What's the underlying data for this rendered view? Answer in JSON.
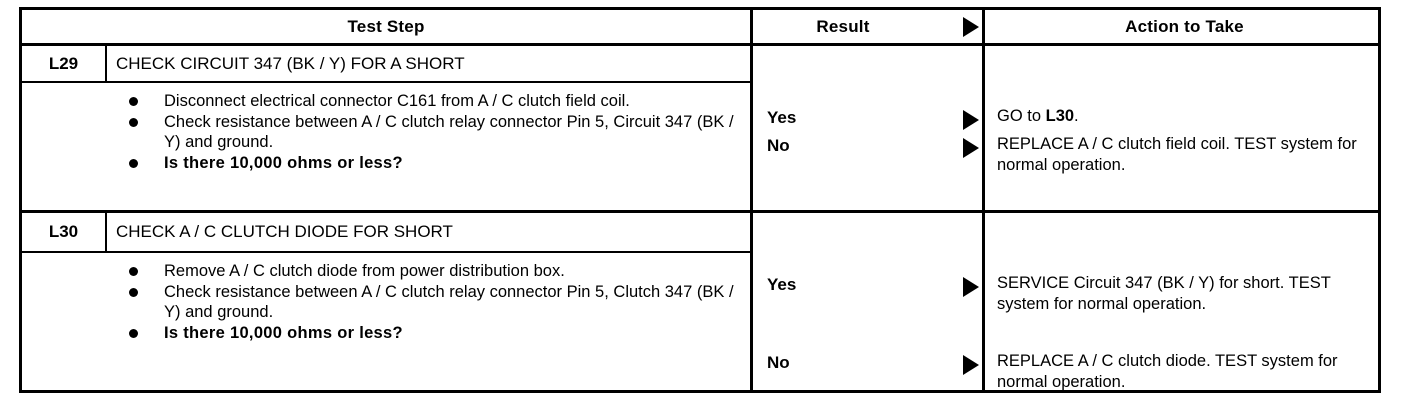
{
  "table": {
    "headers": {
      "test_step": "Test Step",
      "result": "Result",
      "action": "Action to Take",
      "result_arrow_icon": "triangle-right-icon"
    },
    "steps": [
      {
        "id": "L29",
        "title": "CHECK CIRCUIT 347 (BK / Y) FOR A SHORT",
        "bullets": [
          {
            "text": "Disconnect electrical connector C161 from A / C clutch field coil.",
            "bold": false
          },
          {
            "text": "Check resistance between A / C clutch relay connector Pin 5, Circuit 347 (BK / Y) and ground.",
            "bold": false
          },
          {
            "text": "Is there 10,000 ohms or less?",
            "bold": true
          }
        ],
        "outcomes": [
          {
            "result": "Yes",
            "arrow_icon": "triangle-right-icon",
            "action_prefix": "GO to ",
            "action_bold": "L30",
            "action_suffix": "."
          },
          {
            "result": "No",
            "arrow_icon": "triangle-right-icon",
            "action_prefix": "REPLACE A / C clutch field coil. TEST system for normal operation.",
            "action_bold": "",
            "action_suffix": ""
          }
        ]
      },
      {
        "id": "L30",
        "title": "CHECK A / C CLUTCH DIODE FOR SHORT",
        "bullets": [
          {
            "text": "Remove A / C clutch diode from power distribution box.",
            "bold": false
          },
          {
            "text": "Check resistance between A / C clutch relay connector Pin 5, Clutch 347 (BK / Y) and ground.",
            "bold": false
          },
          {
            "text": "Is there 10,000 ohms or less?",
            "bold": true
          }
        ],
        "outcomes": [
          {
            "result": "Yes",
            "arrow_icon": "triangle-right-icon",
            "action_prefix": "SERVICE Circuit 347 (BK / Y) for short. TEST system for normal operation.",
            "action_bold": "",
            "action_suffix": ""
          },
          {
            "result": "No",
            "arrow_icon": "triangle-right-icon",
            "action_prefix": "REPLACE A / C clutch diode. TEST system for normal operation.",
            "action_bold": "",
            "action_suffix": ""
          }
        ]
      }
    ]
  },
  "colors": {
    "ink": "#000000",
    "paper": "#ffffff"
  }
}
